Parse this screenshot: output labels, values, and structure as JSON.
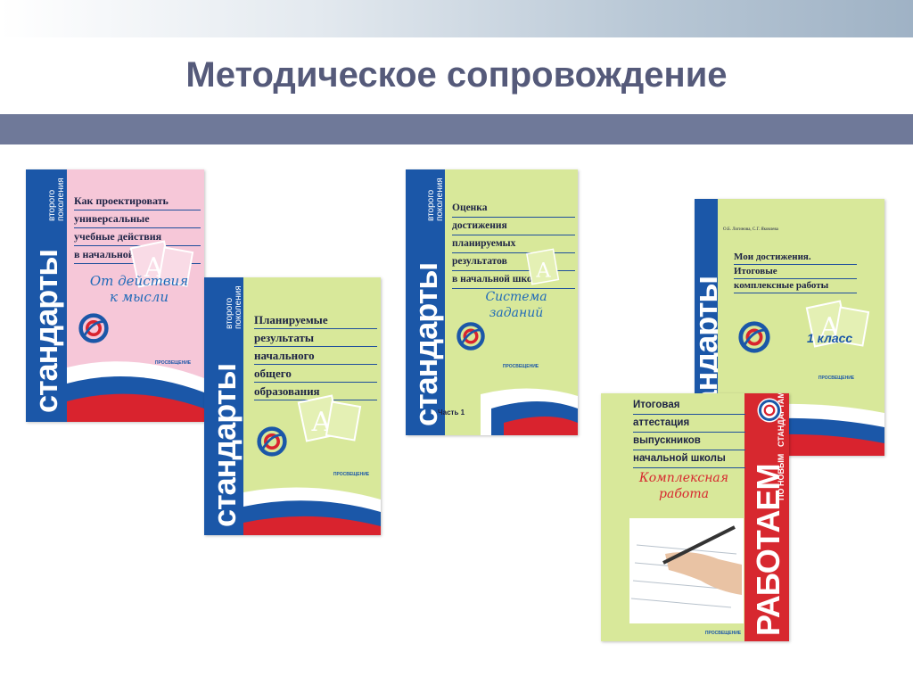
{
  "page": {
    "title": "Методическое сопровождение"
  },
  "series": {
    "spine_title": "стандарты",
    "spine_subtitle_1": "второго",
    "spine_subtitle_2": "поколения"
  },
  "books": {
    "b1": {
      "lines": [
        "Как проектировать",
        "универсальные",
        "учебные действия",
        "в начальной школе"
      ],
      "subtitle_1": "От действия",
      "subtitle_2": "к мысли",
      "publisher": "ПРОСВЕЩЕНИЕ",
      "cover_color": "#f6c7d8"
    },
    "b2": {
      "lines": [
        "Планируемые",
        "результаты",
        "начального",
        "общего",
        "образования"
      ],
      "publisher": "ПРОСВЕЩЕНИЕ",
      "cover_color": "#d8e89a"
    },
    "b3": {
      "lines": [
        "Оценка",
        "достижения",
        "планируемых",
        "результатов",
        "в начальной школе"
      ],
      "subtitle_1": "Система",
      "subtitle_2": "заданий",
      "part": "Часть 1",
      "publisher": "ПРОСВЕЩЕНИЕ",
      "cover_color": "#d8e89a"
    },
    "b4": {
      "authors": "О.Б. Логинова, С.Г. Яковлева",
      "lines": [
        "Мои достижения.",
        "Итоговые",
        "комплексные работы"
      ],
      "grade": "1 класс",
      "publisher": "ПРОСВЕЩЕНИЕ",
      "cover_color": "#d8e89a"
    },
    "b5": {
      "lines": [
        "Итоговая",
        "аттестация",
        "выпускников",
        "начальной школы"
      ],
      "subtitle_1": "Комплексная",
      "subtitle_2": "работа",
      "spine_main": "РАБОТАЕМ",
      "spine_small_1": "ПО НОВЫМ",
      "spine_small_2": "СТАНДАРТАМ",
      "publisher": "ПРОСВЕЩЕНИЕ",
      "cover_color": "#d8e89a",
      "spine_color": "#d7282f"
    }
  },
  "icons": {
    "logo": "standard-2-logo-icon",
    "flag": "russian-flag-wave-icon",
    "letters": "letter-a-cards-icon",
    "hand": "hand-writing-pen-icon"
  },
  "colors": {
    "title": "#555a7a",
    "title_bar": "#6f7999",
    "spine_blue": "#1b57a8",
    "flag_red": "#d9232e"
  }
}
